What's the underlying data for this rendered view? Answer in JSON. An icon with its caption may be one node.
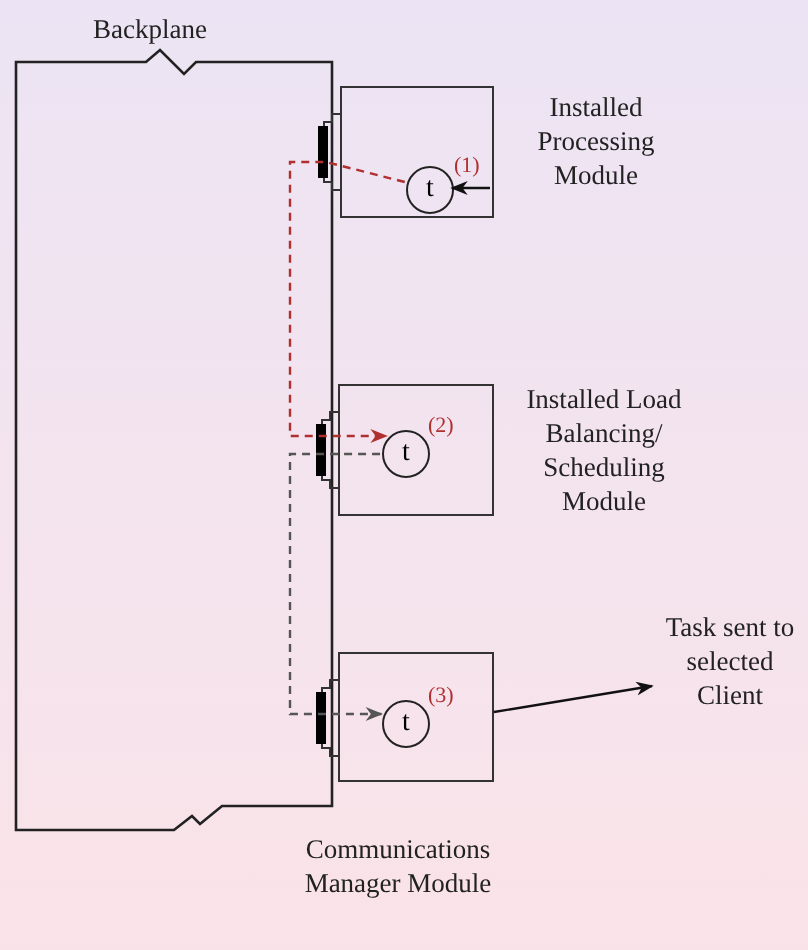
{
  "diagram": {
    "nodes": [
      {
        "text": [
          "Installed Processing Module"
        ]
      },
      {
        "text": [
          "t"
        ],
        "in": 0,
        "beside": [
          "(1)"
        ]
      },
      {
        "text": [
          "Installed Load Balancing/ Scheduling Module"
        ]
      },
      {
        "text": [
          "t"
        ],
        "in": 2,
        "beside": [
          "(2)"
        ]
      },
      {
        "text": [
          "Communications Manager Module"
        ]
      },
      {
        "text": [
          "t"
        ],
        "in": 4,
        "beside": [
          "(3)"
        ]
      },
      {
        "text": [
          "Task sent to selected Client"
        ]
      }
    ],
    "edges": [
      {
        "from": null,
        "to": 1,
        "arrow": "to"
      },
      {
        "from": 1,
        "to": 3,
        "arrow": "to",
        "style": "dashed",
        "color": "#b03030"
      },
      {
        "from": 3,
        "to": 5,
        "arrow": "to",
        "style": "dashed",
        "color": "#555555"
      },
      {
        "from": 4,
        "to": 6,
        "arrow": "to"
      }
    ],
    "labels": [
      "Backplane"
    ]
  }
}
